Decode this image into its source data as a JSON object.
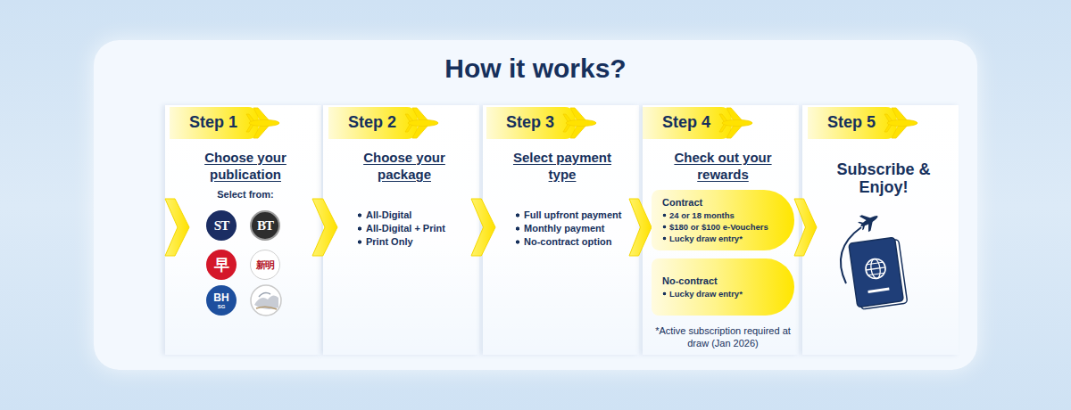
{
  "diagram": {
    "title": "How it works?",
    "nodes": [
      {
        "text": [
          "Step 1",
          "Choose your publication",
          "Select from:"
        ]
      },
      {
        "text": [
          "ST"
        ],
        "in": 0
      },
      {
        "text": [
          "BT"
        ],
        "in": 0
      },
      {
        "text": [
          "早"
        ],
        "in": 0
      },
      {
        "text": [
          "新明"
        ],
        "in": 0
      },
      {
        "text": [
          "BH",
          "SG"
        ],
        "in": 0
      },
      {
        "text": [
          "Step 2",
          "Choose your package",
          "All-Digital",
          "All-Digital + Print",
          "Print Only"
        ]
      },
      {
        "text": [
          "Step 3",
          "Select payment type",
          "Full upfront payment",
          "Monthly payment",
          "No-contract option"
        ]
      },
      {
        "text": [
          "Step 4",
          "Check out your rewards",
          "*Active subscription required at draw (Jan 2026)"
        ]
      },
      {
        "text": [
          "Contract",
          "24 or 18 months",
          "$180 or $100 e-Vouchers",
          "Lucky draw entry*"
        ],
        "in": 8
      },
      {
        "text": [
          "No-contract",
          "Lucky draw entry*"
        ],
        "in": 8
      },
      {
        "text": [
          "Step 5",
          "Subscribe & Enjoy!"
        ]
      }
    ],
    "edges": [
      {
        "from": 0,
        "to": 6,
        "arrow": "to"
      },
      {
        "from": 6,
        "to": 7,
        "arrow": "to"
      },
      {
        "from": 7,
        "to": 8,
        "arrow": "to"
      },
      {
        "from": 8,
        "to": 11,
        "arrow": "to"
      }
    ]
  }
}
